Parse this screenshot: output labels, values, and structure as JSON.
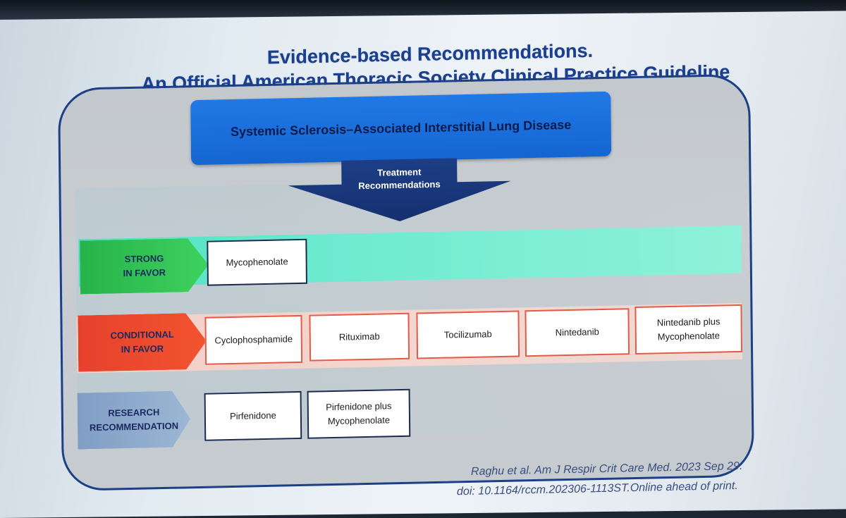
{
  "slide": {
    "title_line1": "Evidence-based Recommendations.",
    "title_line2": "An Official American Thoracic Society Clinical Practice Guideline"
  },
  "diagram": {
    "disease": "Systemic Sclerosis–Associated Interstitial Lung Disease",
    "arrow_line1": "Treatment",
    "arrow_line2": "Recommendations",
    "strong": {
      "label_line1": "STRONG",
      "label_line2": "IN FAVOR",
      "drugs": [
        "Mycophenolate"
      ]
    },
    "conditional": {
      "label_line1": "CONDITIONAL",
      "label_line2": "IN FAVOR",
      "drugs": [
        "Cyclophosphamide",
        "Rituximab",
        "Tocilizumab",
        "Nintedanib"
      ],
      "drug5_line1": "Nintedanib plus",
      "drug5_line2": "Mycophenolate"
    },
    "research": {
      "label_line1": "RESEARCH",
      "label_line2": "RECOMMENDATION",
      "drug1": "Pirfenidone",
      "drug2_line1": "Pirfenidone plus",
      "drug2_line2": "Mycophenolate"
    }
  },
  "citation": {
    "line1": "Raghu et al. Am J Respir Crit Care Med. 2023 Sep 29.",
    "line2": "doi: 10.1164/rccm.202306-1113ST.Online ahead of print."
  },
  "colors": {
    "title": "#1b3f8f",
    "frame_border": "#1c3f86",
    "disease_box": "#1565d1",
    "strong_tag": "#26b34a",
    "conditional_tag": "#e7412c",
    "research_tag": "#7f9ec4",
    "strong_band": "#6eebd0"
  }
}
